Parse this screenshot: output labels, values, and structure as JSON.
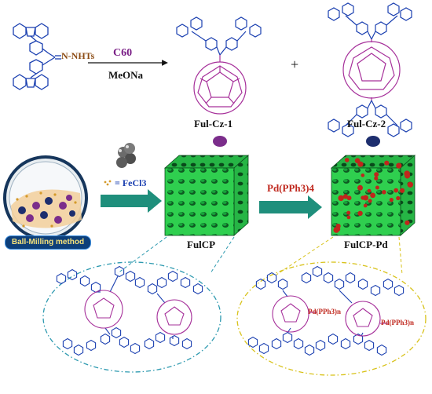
{
  "reagent": {
    "label": "N-NHTs"
  },
  "step1": {
    "reagent": "C60",
    "condition": "MeONa"
  },
  "products": [
    {
      "name": "Ful-Cz-1",
      "dot_color": "#7b2d8b"
    },
    {
      "name": "Ful-Cz-2",
      "dot_color": "#1d2e6e"
    }
  ],
  "plus_sign": "+",
  "milling": {
    "legend": "= FeCl3",
    "method": "Ball-Milling method"
  },
  "step2": {
    "reagent": "Pd(PPh3)4"
  },
  "frameworks": [
    {
      "name": "FulCP"
    },
    {
      "name": "FulCP-Pd"
    }
  ],
  "pd_tags": [
    "Pd(PPh3)n",
    "Pd(PPh3)n"
  ],
  "colors": {
    "carbazole": "#1a3fb0",
    "fullerene": "#a6309a",
    "framework": "#2fcf4f",
    "arrow": "#1f8f7c",
    "pd_dot": "#c0261c",
    "circle_left": "#2e9ab0",
    "circle_right": "#d8c21a"
  }
}
